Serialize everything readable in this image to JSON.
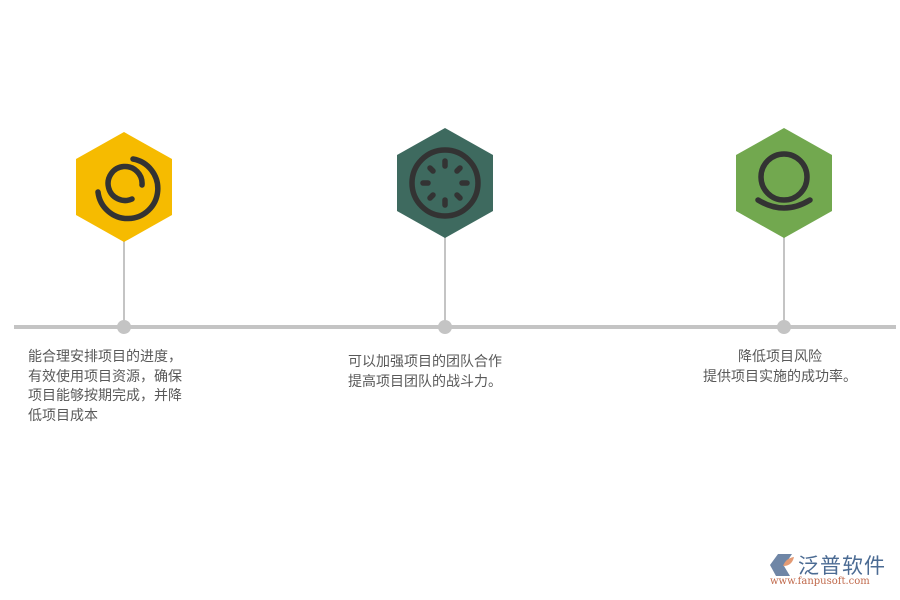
{
  "colors": {
    "line": "#c4c4c4",
    "hex1": "#f6bb00",
    "hex2": "#3e6a5f",
    "hex3": "#72a84f",
    "icon": "#333333",
    "text": "#595959"
  },
  "steps": [
    {
      "icon": "spiral-progress-icon",
      "lines": [
        "能合理安排项目的进度，",
        "有效使用项目资源，确保",
        "项目能够按期完成，并降",
        "低项目成本"
      ]
    },
    {
      "icon": "loading-dial-icon",
      "lines": [
        "可以加强项目的团队合作",
        "提高项目团队的战斗力。"
      ]
    },
    {
      "icon": "circle-base-icon",
      "lines": [
        "降低项目风险",
        "提供项目实施的成功率。"
      ]
    }
  ],
  "logo": {
    "name": "泛普软件",
    "url": "www.fanpusoft.com"
  }
}
